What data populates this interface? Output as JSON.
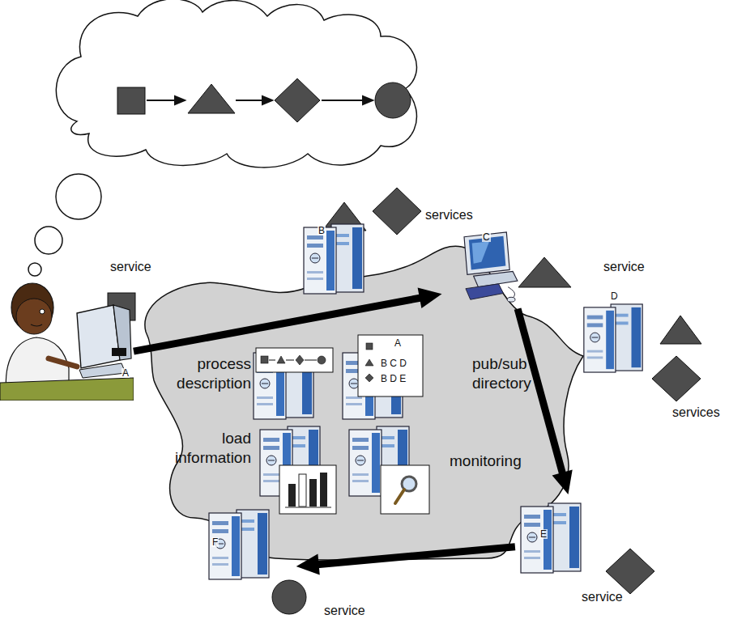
{
  "diagram": {
    "nodes": [
      {
        "text": [
          "A"
        ]
      },
      {
        "text": [
          "B"
        ]
      },
      {
        "text": [
          "C"
        ]
      },
      {
        "text": [
          "D"
        ]
      },
      {
        "text": [
          "E"
        ]
      },
      {
        "text": [
          "F"
        ]
      }
    ],
    "edges": [
      {
        "from": 0,
        "to": 2,
        "arrow": "to"
      },
      {
        "from": 2,
        "to": 4,
        "arrow": "to"
      },
      {
        "from": 4,
        "to": 5,
        "arrow": "to"
      }
    ],
    "labels": [
      "service",
      "services",
      "service",
      "services",
      "service",
      "service",
      "process description",
      "load information",
      "pub/sub directory",
      "monitoring",
      "A",
      "B C D",
      "B D E"
    ]
  }
}
